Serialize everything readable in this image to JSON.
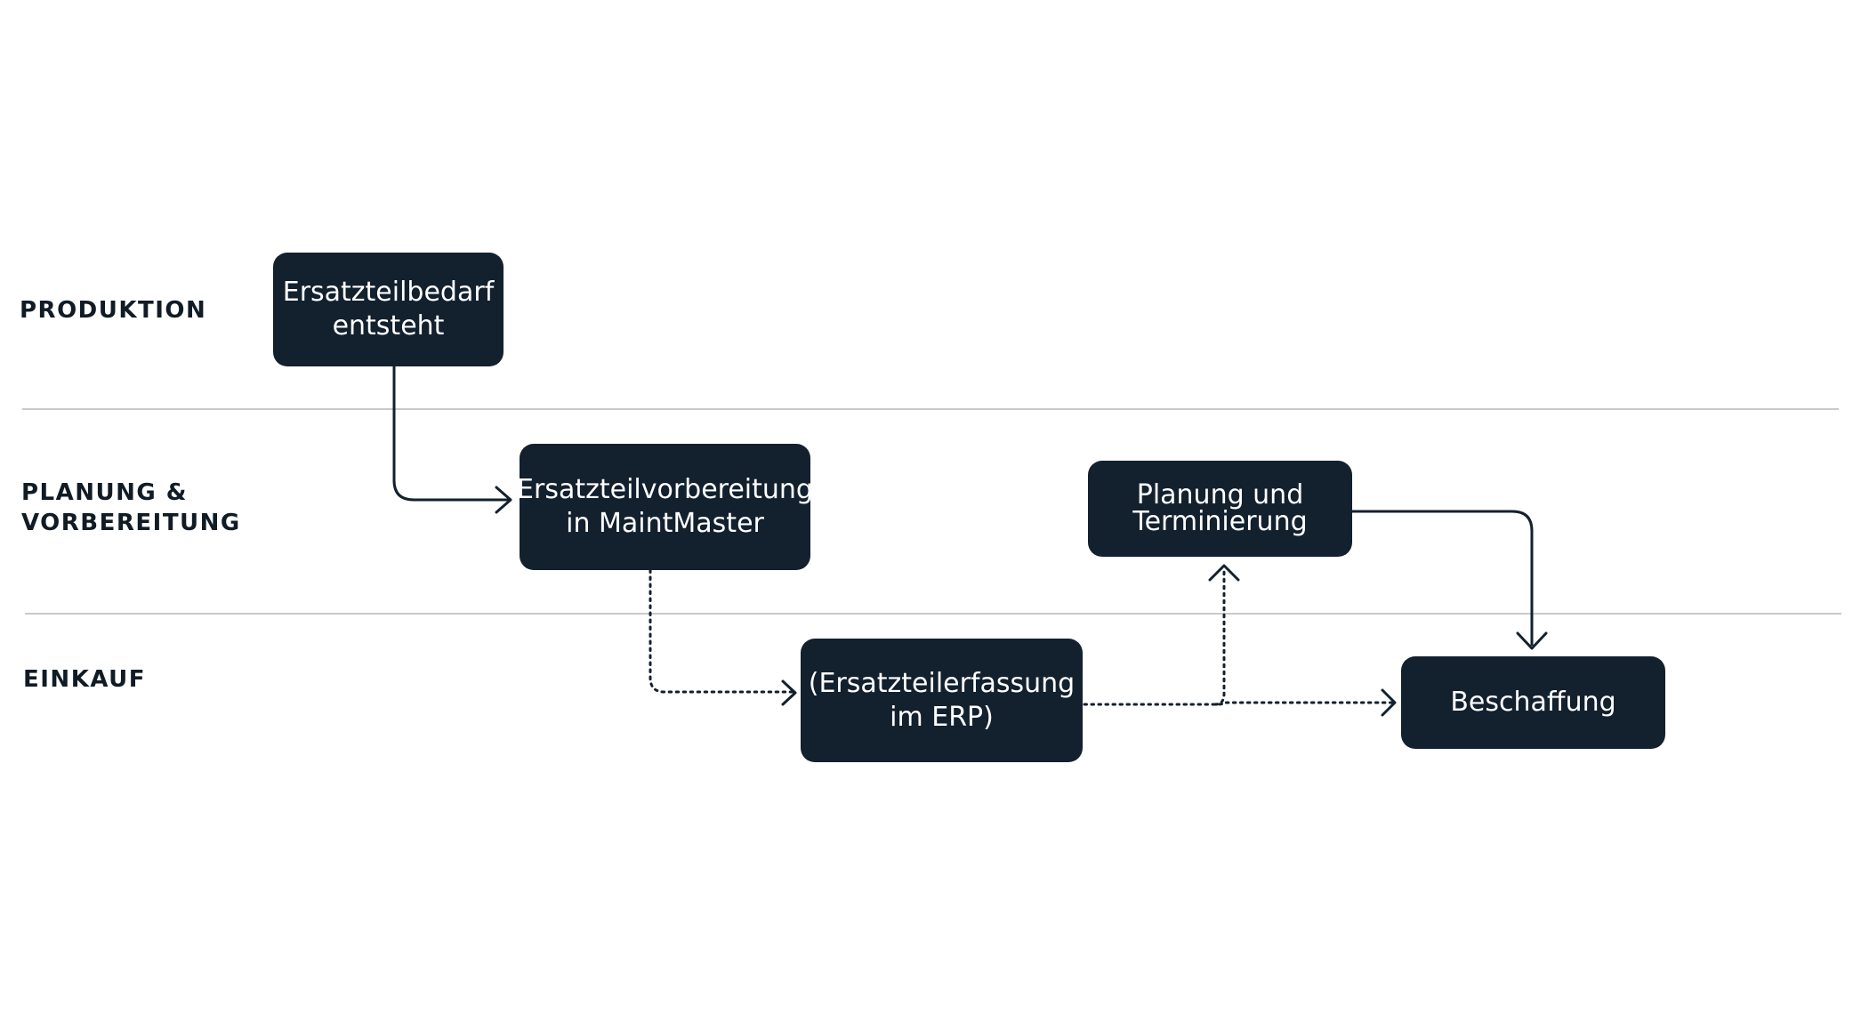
{
  "lanes": [
    {
      "label": "PRODUKTION"
    },
    {
      "label": "PLANUNG &\nVORBEREITUNG"
    },
    {
      "label": "EINKAUF"
    }
  ],
  "nodes": {
    "ersatzteilbedarf": "Ersatzteilbedarf\nentsteht",
    "ersatzteilvorbereitung": "Ersatzteilvorbereitung\nin MaintMaster",
    "planung": "Planung und\nTerminierung",
    "ersatzteilerfassung": "(Ersatzteilerfassung\nim ERP)",
    "beschaffung": "Beschaffung"
  },
  "edges": [
    {
      "from": "ersatzteilbedarf",
      "to": "ersatzteilvorbereitung",
      "style": "solid"
    },
    {
      "from": "ersatzteilvorbereitung",
      "to": "ersatzteilerfassung",
      "style": "dotted"
    },
    {
      "from": "ersatzteilerfassung",
      "to": "planung",
      "style": "dotted"
    },
    {
      "from": "ersatzteilerfassung",
      "to": "beschaffung",
      "style": "dotted"
    },
    {
      "from": "planung",
      "to": "beschaffung",
      "style": "solid"
    }
  ],
  "colors": {
    "node_fill": "#13202e",
    "node_text": "#ffffff",
    "lane_text": "#111b26",
    "divider": "#c9c9c9",
    "connector": "#13202e"
  }
}
